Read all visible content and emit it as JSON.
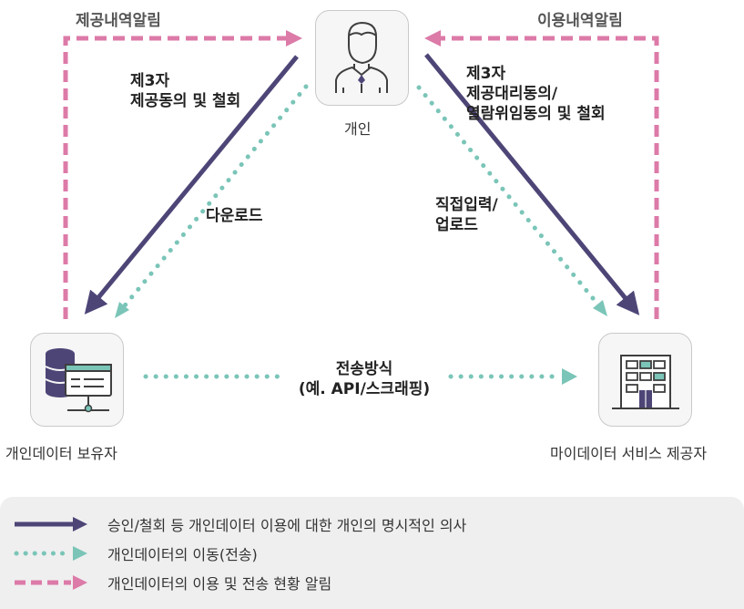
{
  "nodes": {
    "individual": "개인",
    "data_holder": "개인데이터 보유자",
    "mydata_provider": "마이데이터 서비스 제공자"
  },
  "labels": {
    "provision_notice": "제공내역알림",
    "usage_notice": "이용내역알림",
    "third_party_consent_line1": "제3자",
    "third_party_consent_line2": "제공동의 및 철회",
    "third_party_agent_line1": "제3자",
    "third_party_agent_line2": "제공대리동의/",
    "third_party_agent_line3": "열람위임동의 및 철회",
    "download": "다운로드",
    "direct_input_line1": "직접입력/",
    "direct_input_line2": "업로드",
    "transfer_method_line1": "전송방식",
    "transfer_method_line2": "(예. API/스크래핑)"
  },
  "legend": {
    "solid": "승인/철회 등 개인데이터 이용에 대한 개인의 명시적인 의사",
    "dotted": "개인데이터의 이동(전송)",
    "dashed": "개인데이터의 이용 및 전송 현황 알림"
  },
  "colors": {
    "solid_arrow": "#4e4577",
    "dotted_arrow": "#7ac5b8",
    "dashed_arrow": "#dc7aa8"
  },
  "icons": {
    "individual": "person-icon",
    "data_holder": "database-server-icon",
    "mydata_provider": "building-icon"
  }
}
